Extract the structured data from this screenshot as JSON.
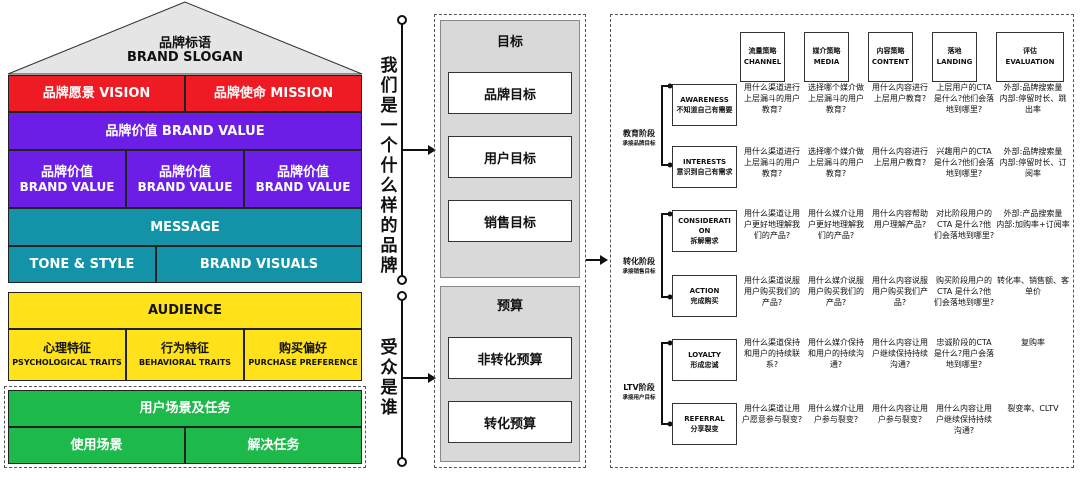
{
  "pyramid": {
    "roof": {
      "cn": "品牌标语",
      "en": "BRAND SLOGAN"
    },
    "vision": "品牌愿景 VISION",
    "mission": "品牌使命 MISSION",
    "brand_value_main": "品牌价值 BRAND VALUE",
    "brand_values": [
      {
        "cn": "品牌价值",
        "en": "BRAND VALUE"
      },
      {
        "cn": "品牌价值",
        "en": "BRAND VALUE"
      },
      {
        "cn": "品牌价值",
        "en": "BRAND VALUE"
      }
    ],
    "message": "MESSAGE",
    "tone": "TONE & STYLE",
    "visuals": "BRAND VISUALS",
    "audience": "AUDIENCE",
    "traits": [
      {
        "cn": "心理特征",
        "en": "PSYCHOLOGICAL TRAITS"
      },
      {
        "cn": "行为特征",
        "en": "BEHAVIORAL TRAITS"
      },
      {
        "cn": "购买偏好",
        "en": "PURCHASE PREFERENCE"
      }
    ],
    "scenario": "用户场景及任务",
    "usage": "使用场景",
    "task": "解决任务"
  },
  "questions": {
    "brand_q": [
      "我",
      "们",
      "是",
      "一",
      "个",
      "什",
      "么",
      "样",
      "的",
      "品",
      "牌"
    ],
    "audience_q": [
      "受",
      "众",
      "是",
      "谁"
    ]
  },
  "goals": {
    "title": "目标",
    "items": [
      "品牌目标",
      "用户目标",
      "销售目标"
    ]
  },
  "budget": {
    "title": "预算",
    "items": [
      "非转化预算",
      "转化预算"
    ]
  },
  "table": {
    "headers": [
      {
        "cn": "流量策略",
        "en": "CHANNEL"
      },
      {
        "cn": "媒介策略",
        "en": "MEDIA"
      },
      {
        "cn": "内容策略",
        "en": "CONTENT"
      },
      {
        "cn": "落地",
        "en": "LANDING"
      },
      {
        "cn": "评估",
        "en": "EVALUATION"
      }
    ],
    "stages": [
      {
        "name": "教育阶段",
        "sub": "承接品牌目标"
      },
      {
        "name": "转化阶段",
        "sub": "承接销售目标"
      },
      {
        "name": "LTV阶段",
        "sub": "承接用户目标"
      }
    ],
    "rows": [
      {
        "en": "AWARENESS",
        "cn": "不知道自己有需要",
        "cells": [
          "用什么渠道进行上层漏斗的用户教育?",
          "选择哪个媒介做上层漏斗的用户教育?",
          "用什么内容进行上层用户教育?",
          "上层用户的CTA 是什么?他们会落地到哪里?",
          "外部:品牌搜索量\n内部:停留时长、跳出率"
        ]
      },
      {
        "en": "INTERESTS",
        "cn": "意识到自己有需求",
        "cells": [
          "用什么渠道进行上层漏斗的用户教育?",
          "选择哪个媒介做上层漏斗的用户教育?",
          "用什么内容进行上层用户教育?",
          "兴趣用户的CTA 是什么?他们会落地到哪里?",
          "外部:品牌搜索量\n内部:停留时长、订阅率"
        ]
      },
      {
        "en": "CONSIDERATION",
        "cn": "拆解需求",
        "cells": [
          "用什么渠道让用户更好地理解我们的产品?",
          "用什么媒介让用户更好地理解我们的产品?",
          "用什么内容帮助用户理解产品?",
          "对比阶段用户的 CTA 是什么?他们会落地到哪里?",
          "外部:产品搜索量\n内部:加购率+订阅率"
        ]
      },
      {
        "en": "ACTION",
        "cn": "完成购买",
        "cells": [
          "用什么渠道说服用户购买我们的产品?",
          "用什么媒介说服用户购买我们的产品?",
          "用什么内容说服用户购买我们产品?",
          "购买阶段用户的 CTA 是什么?他们会落地到哪里?",
          "转化率、销售额、客单价"
        ]
      },
      {
        "en": "LOYALTY",
        "cn": "形成忠诚",
        "cells": [
          "用什么渠道保持和用户的持续联系?",
          "用什么媒介保持和用户的持续沟通?",
          "用什么内容让用户继续保持持续沟通?",
          "忠诚阶段的CTA是什么?用户会落地到哪里?",
          "复购率"
        ]
      },
      {
        "en": "REFERRAL",
        "cn": "分享裂变",
        "cells": [
          "用什么渠道让用户愿意参与裂变?",
          "用什么媒介让用户参与裂变?",
          "用什么内容让用户参与裂变?",
          "用什么内容让用户继续保持持续沟通?",
          "裂变率、CLTV"
        ]
      }
    ]
  }
}
